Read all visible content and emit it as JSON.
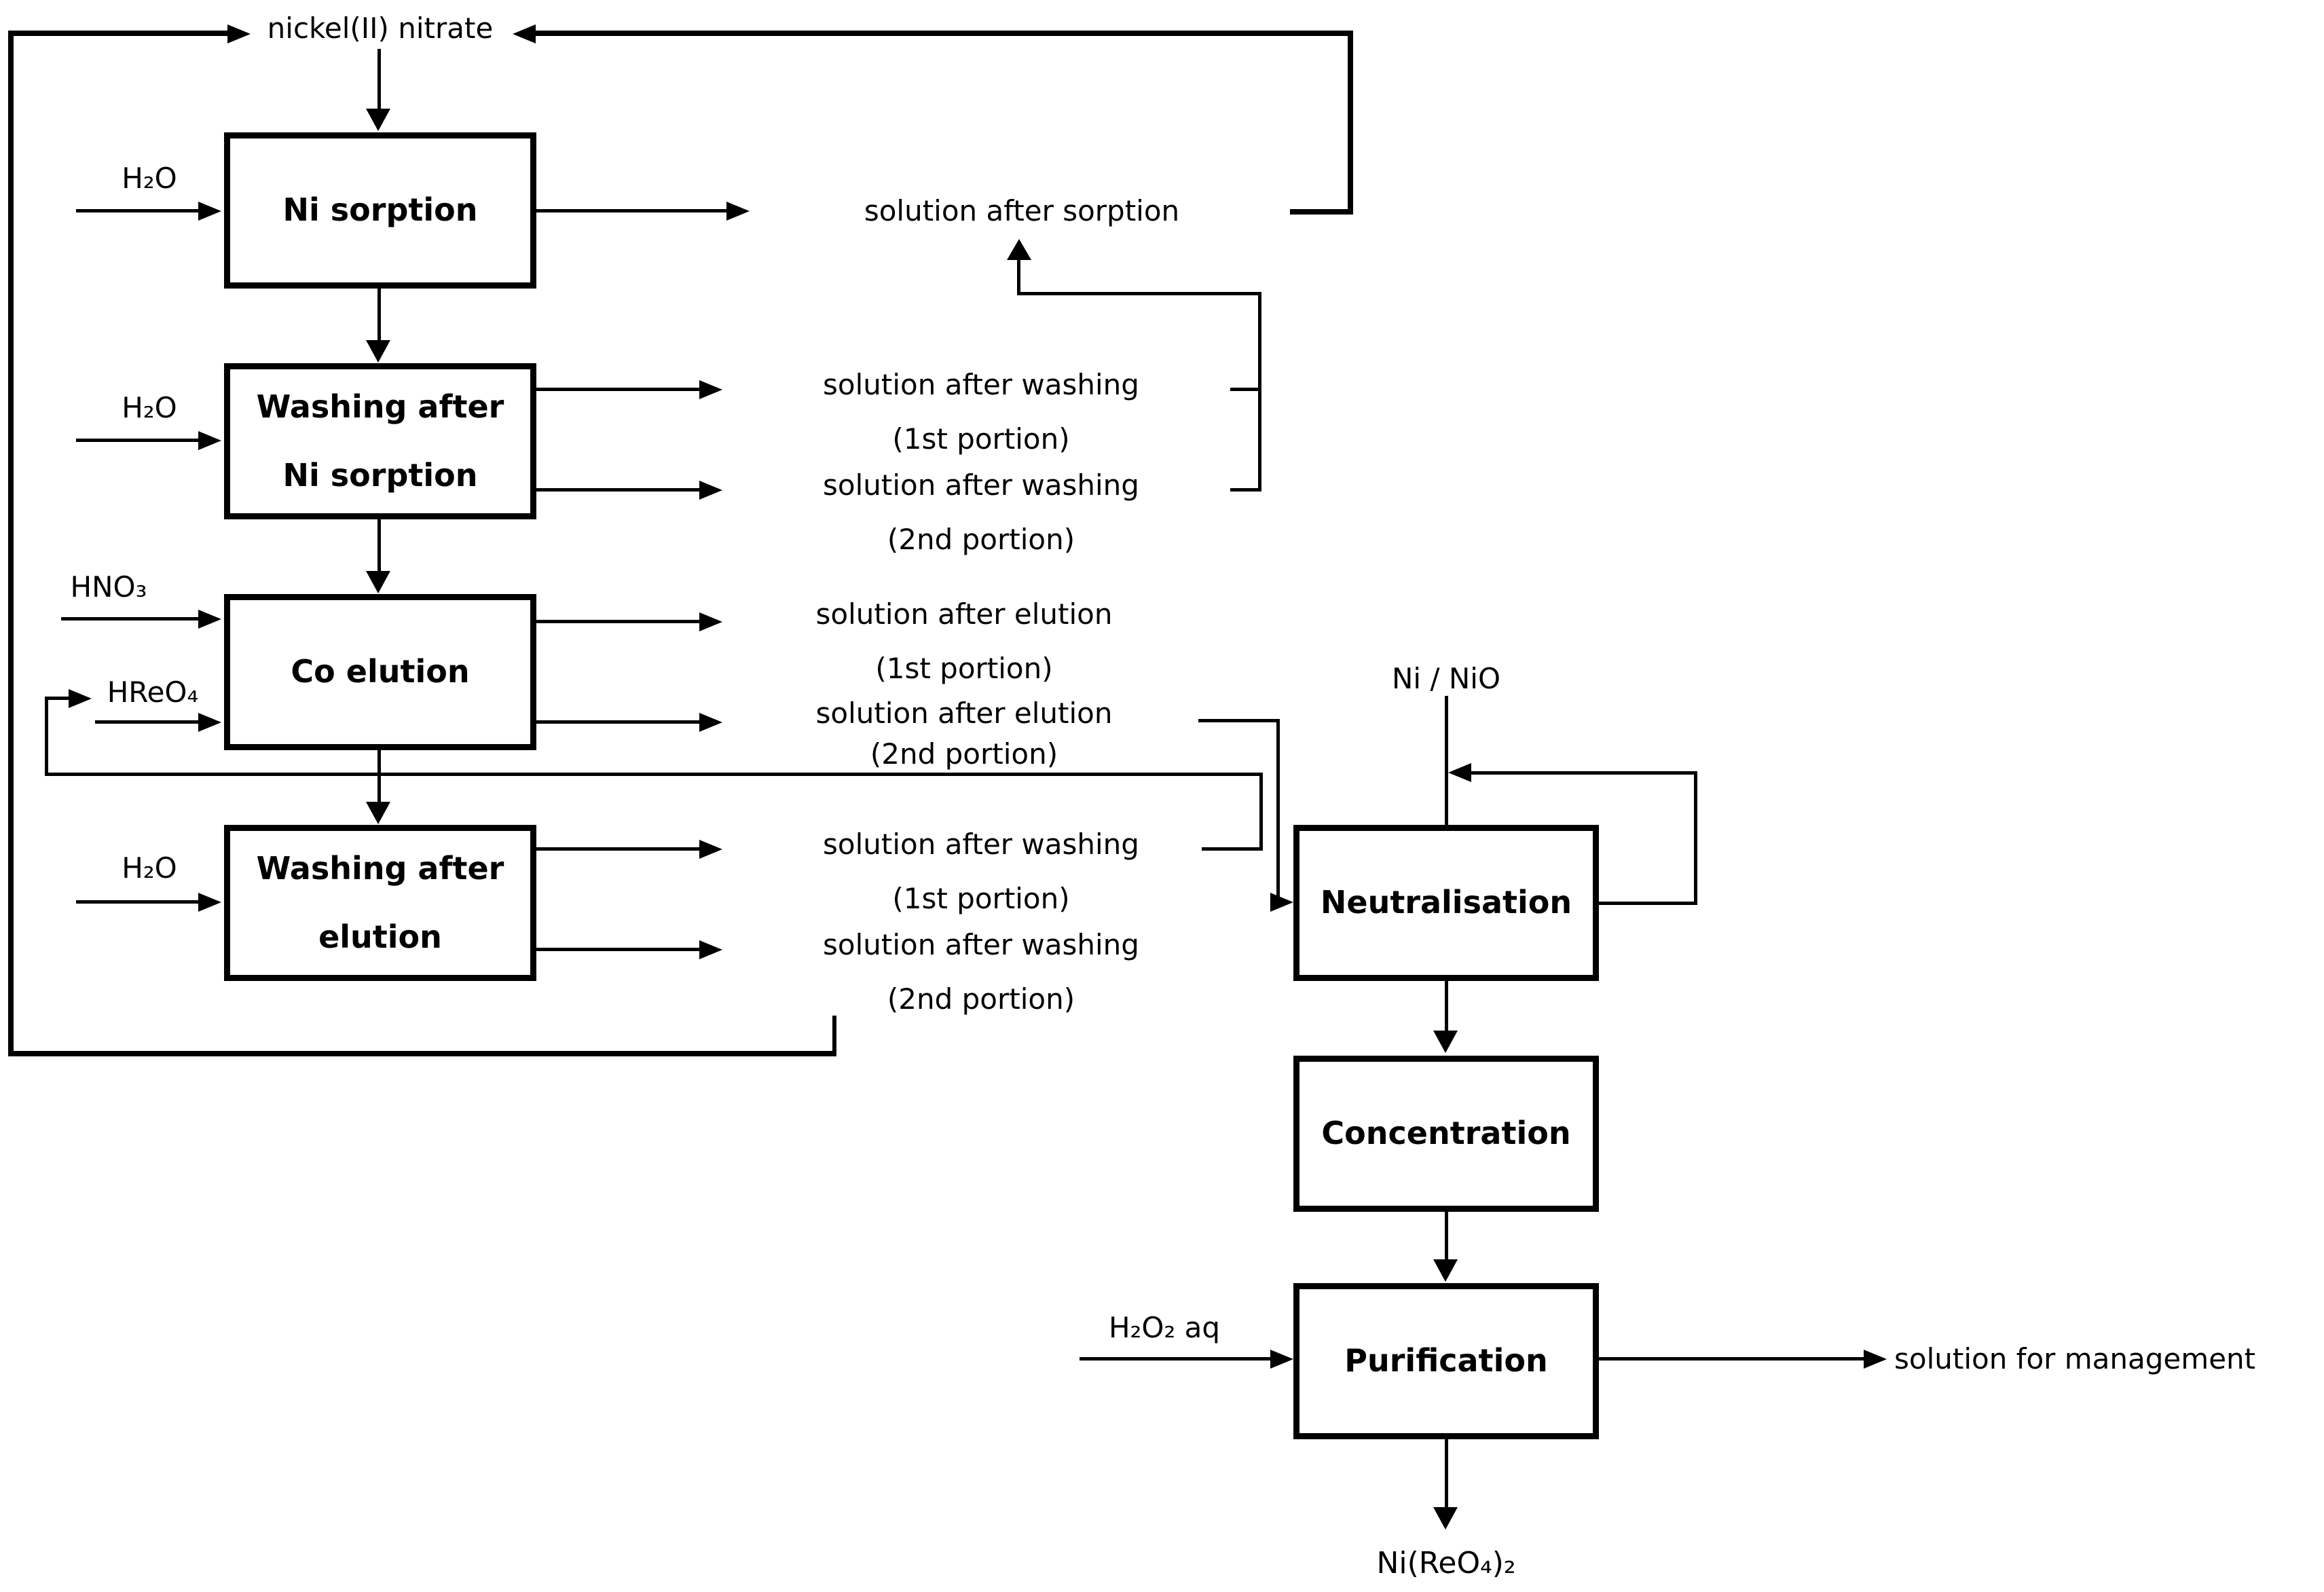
{
  "colors": {
    "ink": "#000000",
    "paper": "#ffffff"
  },
  "labels": {
    "nickel_nitrate": "nickel(II) nitrate",
    "h2o": "H₂O",
    "hno3": "HNO₃",
    "hreo4": "HReO₄",
    "h2o2_aq": "H₂O₂ aq",
    "ni_nio": "Ni / NiO",
    "ni_perrhenate": "Ni(ReO₄)₂",
    "solution_for_management": "solution for management"
  },
  "boxes": {
    "ni_sorption": "Ni sorption",
    "washing_after_ni_sorption": "Washing after Ni sorption",
    "co_elution": "Co elution",
    "washing_after_elution": "Washing after elution",
    "neutralisation": "Neutralisation",
    "concentration": "Concentration",
    "purification": "Purification"
  },
  "streams": {
    "after_sorption": "solution after sorption",
    "after_washing": "solution after washing",
    "after_elution": "solution after elution",
    "portion_1st": "(1st portion)",
    "portion_2nd": "(2nd portion)"
  }
}
